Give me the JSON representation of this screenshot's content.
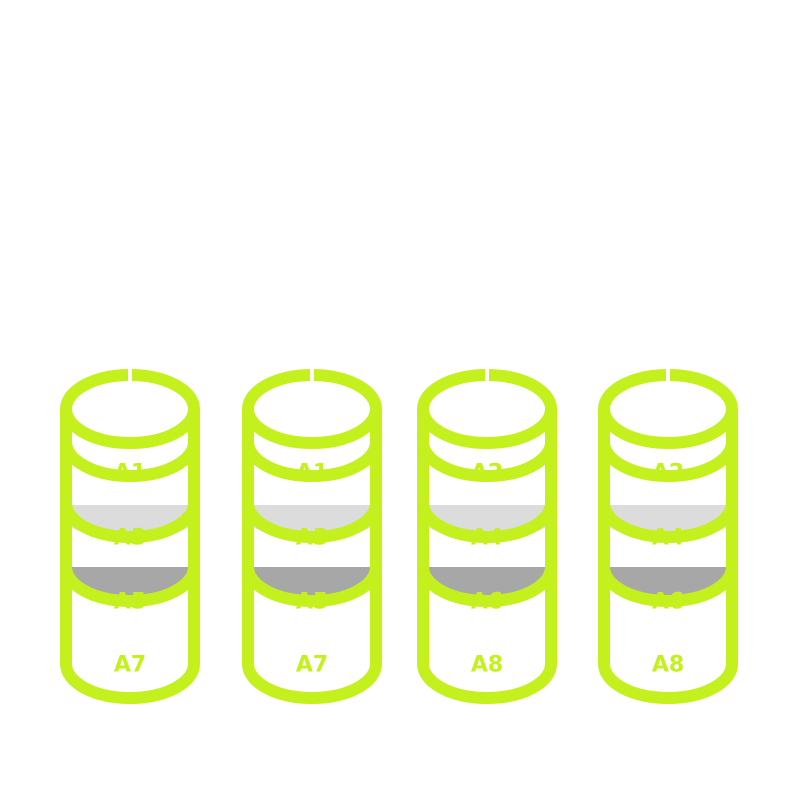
{
  "colors": {
    "outline": "#c4f01e",
    "text": "#c4f01e",
    "white": "#ffffff",
    "light_gray": "#dcdcdc",
    "dark_gray": "#a7a7a7"
  },
  "disks": [
    {
      "blocks": [
        {
          "label": "A1",
          "fill": "white"
        },
        {
          "label": "A3",
          "fill": "light_gray"
        },
        {
          "label": "A5",
          "fill": "dark_gray"
        },
        {
          "label": "A7",
          "fill": "white"
        }
      ]
    },
    {
      "blocks": [
        {
          "label": "A1",
          "fill": "white"
        },
        {
          "label": "A3",
          "fill": "light_gray"
        },
        {
          "label": "A5",
          "fill": "dark_gray"
        },
        {
          "label": "A7",
          "fill": "white"
        }
      ]
    },
    {
      "blocks": [
        {
          "label": "A2",
          "fill": "white"
        },
        {
          "label": "A4",
          "fill": "light_gray"
        },
        {
          "label": "A6",
          "fill": "dark_gray"
        },
        {
          "label": "A8",
          "fill": "white"
        }
      ]
    },
    {
      "blocks": [
        {
          "label": "A2",
          "fill": "white"
        },
        {
          "label": "A4",
          "fill": "light_gray"
        },
        {
          "label": "A6",
          "fill": "dark_gray"
        },
        {
          "label": "A8",
          "fill": "white"
        }
      ]
    }
  ]
}
